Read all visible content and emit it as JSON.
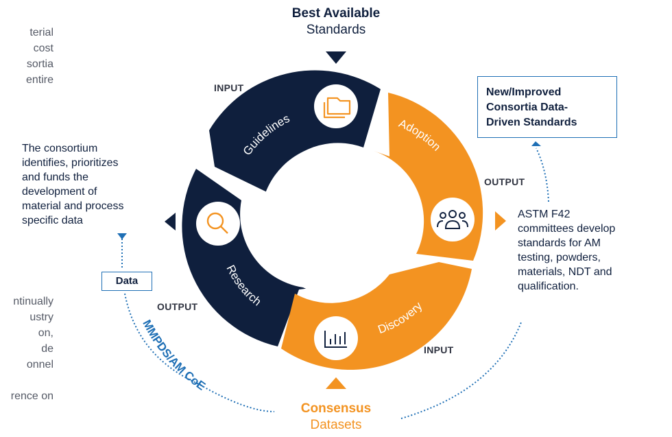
{
  "clipped_text_top": [
    "terial",
    "cost",
    "sortia",
    "entire"
  ],
  "clipped_text_bottom": [
    "ntinually",
    "ustry",
    "on,",
    "de",
    "onnel",
    "",
    "rence on"
  ],
  "top_label": {
    "bold": "Best Available",
    "normal": "Standards"
  },
  "bottom_label": {
    "bold": "Consensus",
    "normal": "Datasets"
  },
  "cycle": {
    "guidelines": "Guidelines",
    "adoption": "Adoption",
    "discovery": "Discovery",
    "research": "Research"
  },
  "io_labels": {
    "input_top": "INPUT",
    "output_right": "OUTPUT",
    "input_bottom": "INPUT",
    "output_left": "OUTPUT"
  },
  "consortium_text": [
    "The consortium",
    "identifies, prioritizes",
    "and funds the",
    "development of",
    "material and process",
    "specific data"
  ],
  "astm_text": [
    "ASTM F42",
    "committees develop",
    "standards for AM",
    "testing, powders,",
    "materials, NDT and",
    "qualification."
  ],
  "new_standards_box": [
    "New/Improved",
    "Consortia Data-",
    "Driven Standards"
  ],
  "data_box": "Data",
  "mmpds_label": "MMPDS/AM CoE",
  "colors": {
    "navy": "#0f1f3d",
    "orange": "#f39321",
    "blue": "#1e6fb5"
  },
  "icons": {
    "guidelines": "folders-icon",
    "adoption": "people-group-icon",
    "discovery": "bar-chart-icon",
    "research": "magnifier-icon"
  }
}
